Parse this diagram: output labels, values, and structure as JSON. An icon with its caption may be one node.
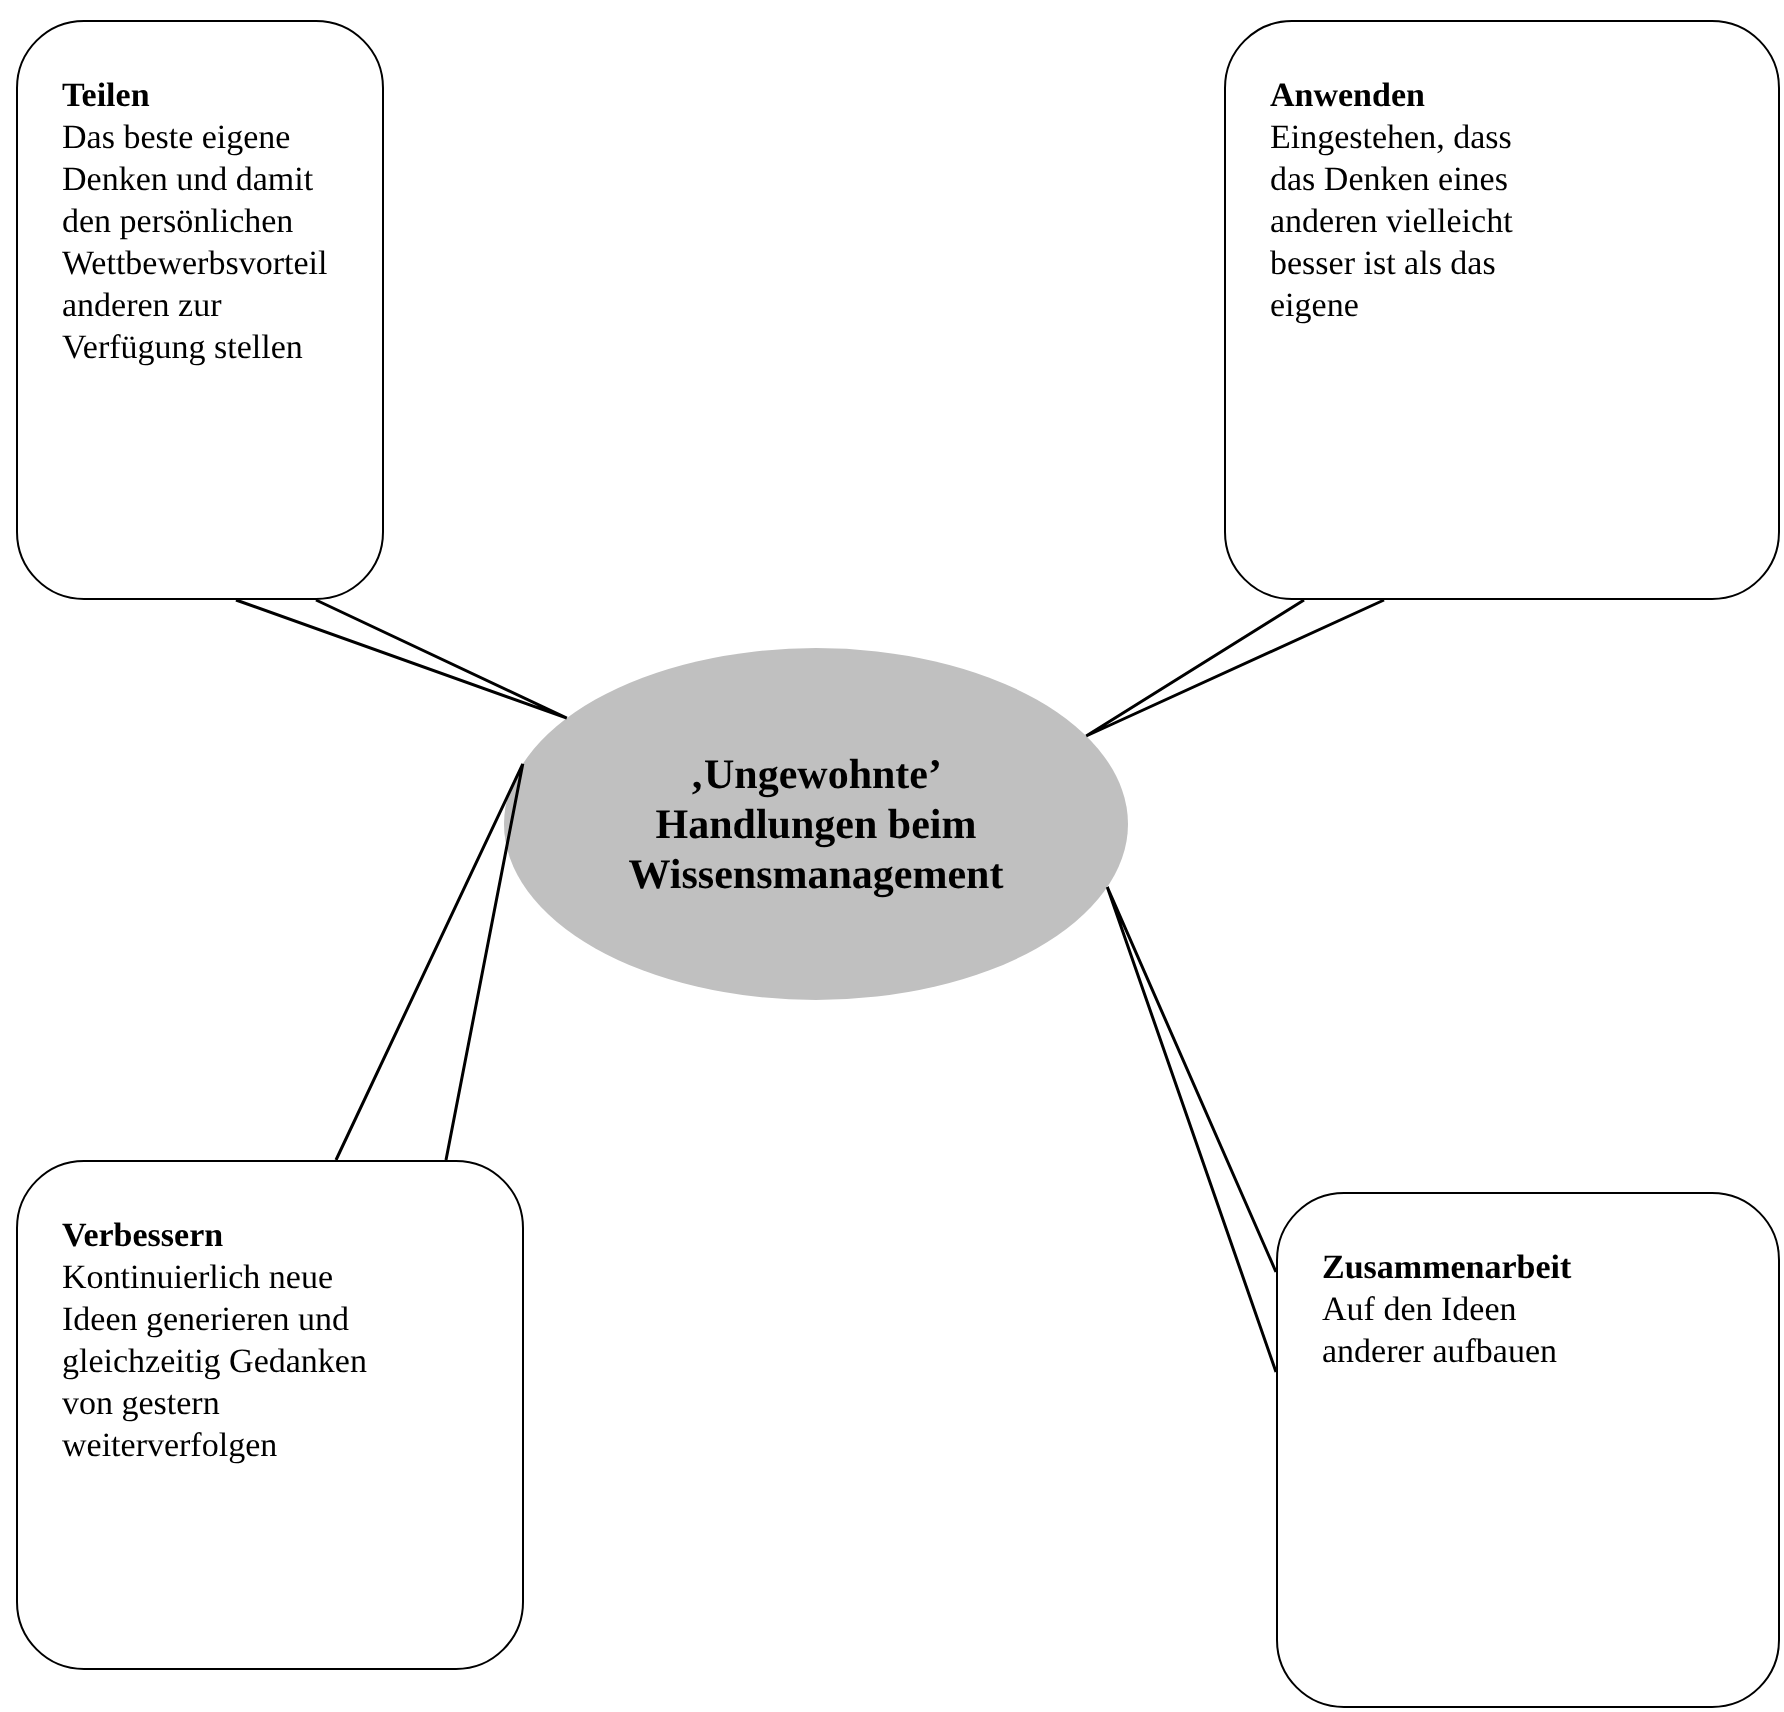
{
  "diagram": {
    "nodes": [
      {
        "text": [
          "Teilen",
          "Das beste eigene Denken und damit den persönlichen Wettbewerbsvorteil anderen zur Verfügung stellen"
        ]
      },
      {
        "text": [
          "Anwenden",
          "Eingestehen, dass das Denken eines anderen vielleicht besser ist als das eigene"
        ]
      },
      {
        "text": [
          "‚Ungewohnte’ Handlungen beim Wissensmanagement"
        ]
      },
      {
        "text": [
          "Verbessern",
          "Kontinuierlich neue Ideen generieren und gleichzeitig Gedanken von gestern weiterverfolgen"
        ]
      },
      {
        "text": [
          "Zusammenarbeit",
          "Auf den Ideen anderer aufbauen"
        ]
      }
    ],
    "edges": [
      {
        "from": 0,
        "to": 2,
        "arrow": "none"
      },
      {
        "from": 1,
        "to": 2,
        "arrow": "none"
      },
      {
        "from": 3,
        "to": 2,
        "arrow": "none"
      },
      {
        "from": 4,
        "to": 2,
        "arrow": "none"
      }
    ]
  }
}
